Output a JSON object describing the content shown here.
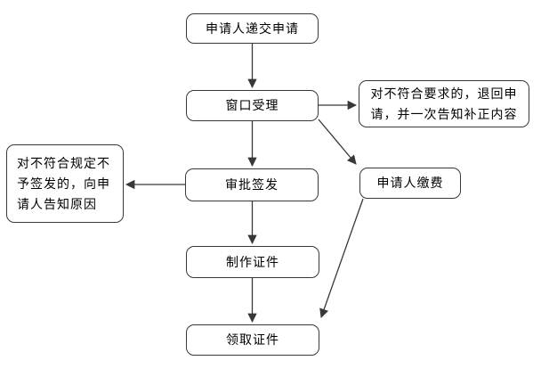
{
  "diagram": {
    "type": "flowchart",
    "background_color": "#ffffff",
    "box_fill_color": "#ffffff",
    "box_border_color": "#383838",
    "arrow_color": "#383838",
    "text_color": "#000000",
    "nodes": [
      {
        "id": "submit",
        "label": "申请人递交申请"
      },
      {
        "id": "window",
        "label": "窗口受理"
      },
      {
        "id": "return",
        "label": "对不符合要求的，退回申\n请，并一次告知补正内容"
      },
      {
        "id": "approve",
        "label": "审批签发"
      },
      {
        "id": "refuse",
        "label": "对不符合规定不\n予签发的，向申\n请人告知原因"
      },
      {
        "id": "pay",
        "label": "申请人缴费"
      },
      {
        "id": "make",
        "label": "制作证件"
      },
      {
        "id": "receive",
        "label": "领取证件"
      }
    ],
    "edges": [
      {
        "from": "申请人递交申请",
        "to": "窗口受理"
      },
      {
        "from": "窗口受理",
        "to": "对不符合要求的，退回申请，并一次告知补正内容"
      },
      {
        "from": "窗口受理",
        "to": "审批签发"
      },
      {
        "from": "窗口受理",
        "to": "申请人缴费"
      },
      {
        "from": "审批签发",
        "to": "对不符合规定不予签发的，向申请人告知原因"
      },
      {
        "from": "审批签发",
        "to": "制作证件"
      },
      {
        "from": "制作证件",
        "to": "领取证件"
      },
      {
        "from": "申请人缴费",
        "to": "领取证件"
      }
    ]
  }
}
